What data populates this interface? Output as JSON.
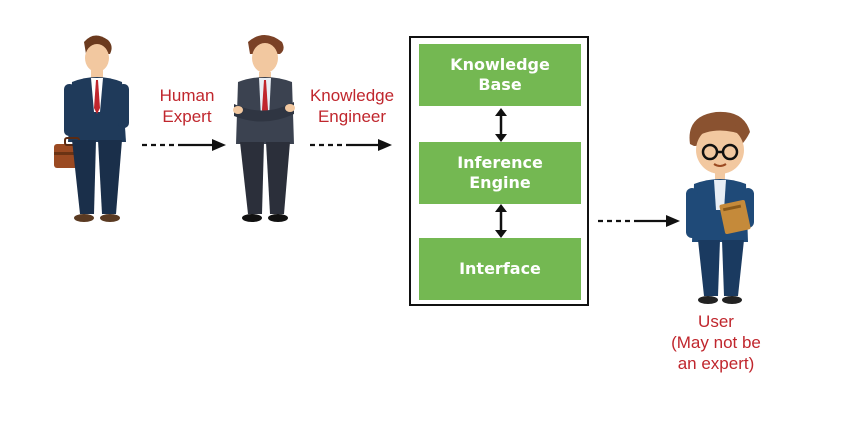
{
  "diagram": {
    "labels": {
      "human_expert": "Human\nExpert",
      "knowledge_engineer": "Knowledge\nEngineer",
      "user": "User\n(May not be\nan expert)"
    },
    "blocks": {
      "knowledge_base": "Knowledge\nBase",
      "inference_engine": "Inference\nEngine",
      "interface": "Interface"
    },
    "colors": {
      "label_red": "#c0262d",
      "block_green": "#74b852",
      "suit_navy": "#1f3a5a",
      "suit_gray": "#3b4250"
    }
  }
}
